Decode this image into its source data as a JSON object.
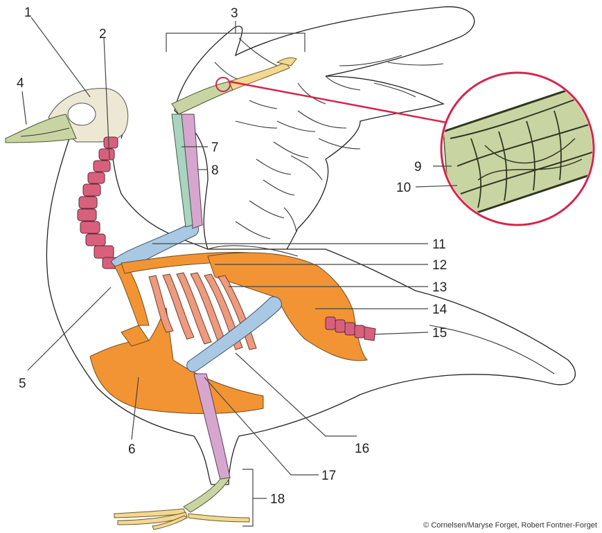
{
  "colors": {
    "sternum_pelvis": "#f29433",
    "vertebrae": "#d9607c",
    "humerus_femur": "#a9c8e3",
    "radius_tibiotarsus": "#d7a6cf",
    "hand_tarsus": "#c8d4a2",
    "ulna": "#a9d4c0",
    "feet_fingers": "#f3d990",
    "ribs": "#ee9a7e",
    "skull": "#ece8d4",
    "magnifier_ring": "#d6244a"
  },
  "labels": {
    "l1": "1",
    "l2": "2",
    "l3": "3",
    "l4": "4",
    "l5": "5",
    "l6": "6",
    "l7": "7",
    "l8": "8",
    "l9": "9",
    "l10": "10",
    "l11": "11",
    "l12": "12",
    "l13": "13",
    "l14": "14",
    "l15": "15",
    "l16": "16",
    "l17": "17",
    "l18": "18"
  },
  "credit": "© Cornelsen/Maryse Forget, Robert Fontner-Forget"
}
